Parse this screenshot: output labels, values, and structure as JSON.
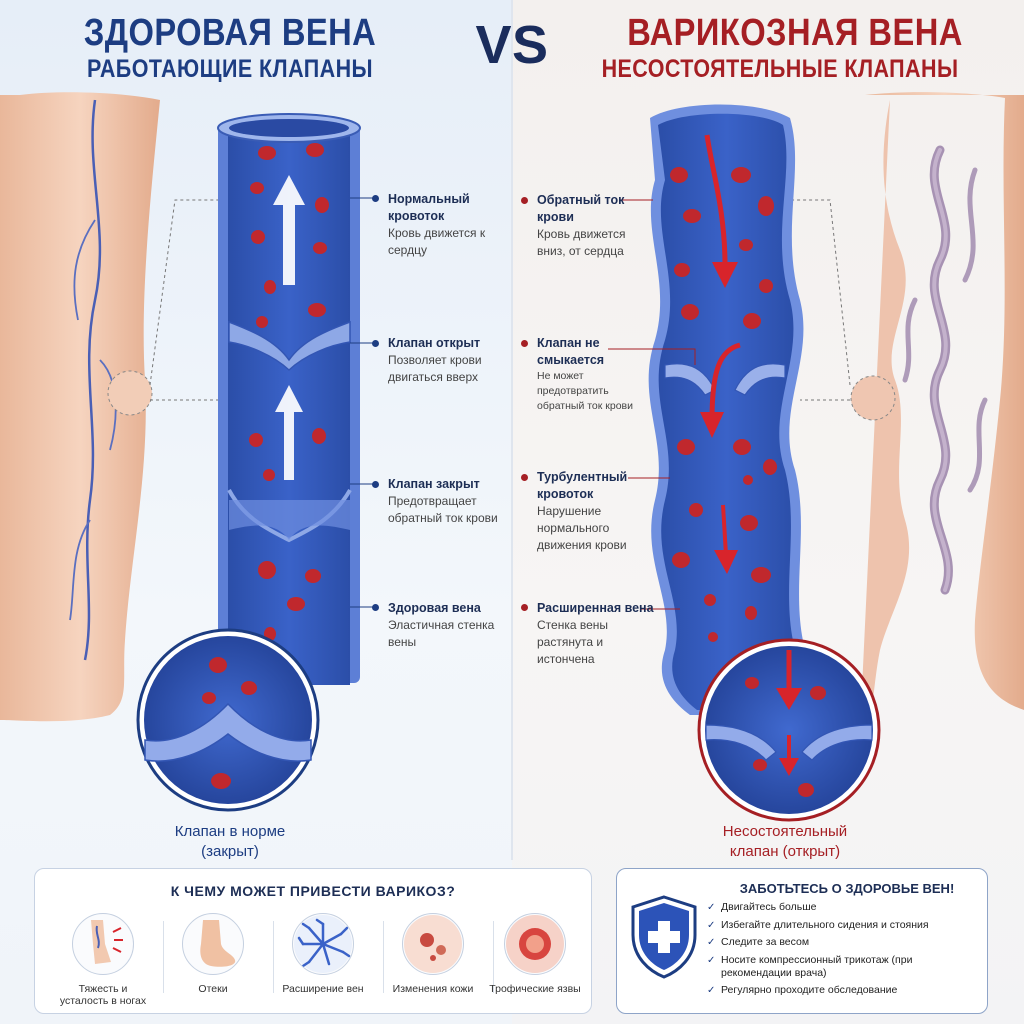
{
  "left": {
    "title": "ЗДОРОВАЯ ВЕНА",
    "subtitle": "РАБОТАЮЩИЕ КЛАПАНЫ",
    "labels": [
      {
        "h": "Нормальный кровоток",
        "d": "Кровь движется к сердцу"
      },
      {
        "h": "Клапан открыт",
        "d": "Позволяет крови двигаться вверх"
      },
      {
        "h": "Клапан закрыт",
        "d": "Предотвращает обратный ток крови"
      },
      {
        "h": "Здоровая вена",
        "d": "Эластичная стенка вены"
      }
    ],
    "caption": "Клапан в норме (закрыт)"
  },
  "vs": "VS",
  "right": {
    "title": "ВАРИКОЗНАЯ ВЕНА",
    "subtitle": "НЕСОСТОЯТЕЛЬНЫЕ КЛАПАНЫ",
    "labels": [
      {
        "h": "Обратный ток крови",
        "d": "Кровь движется вниз, от сердца"
      },
      {
        "h": "Клапан не смыкается",
        "d": "Не может предотвратить обратный ток крови"
      },
      {
        "h": "Турбулентный кровоток",
        "d": "Нарушение нормального движения крови"
      },
      {
        "h": "Расширенная вена",
        "d": "Стенка вены растянута и истончена"
      }
    ],
    "caption": "Несостоятельный клапан (открыт)"
  },
  "complications": {
    "title": "К ЧЕМУ МОЖЕТ  ПРИВЕСТИ ВАРИКОЗ?",
    "items": [
      {
        "label": "Тяжесть и усталость в ногах",
        "icon": "heavy-legs-icon"
      },
      {
        "label": "Отеки",
        "icon": "swollen-foot-icon"
      },
      {
        "label": "Расширение вен",
        "icon": "spider-veins-icon"
      },
      {
        "label": "Изменения кожи",
        "icon": "skin-changes-icon"
      },
      {
        "label": "Трофические язвы",
        "icon": "ulcer-icon"
      }
    ]
  },
  "care": {
    "title": "ЗАБОТЬТЕСЬ О ЗДОРОВЬЕ ВЕН!",
    "tips": [
      "Двигайтесь больше",
      "Избегайте длительного сидения и стояния",
      "Следите за весом",
      "Носите компрессионный трикотаж (при рекомендации врача)",
      "Регулярно проходите обследование"
    ],
    "icon": "shield-cross-icon"
  },
  "colors": {
    "healthy": "#1d3d82",
    "varicose": "#a51f24",
    "vein": "#2f55b5",
    "blood": "#c0282d"
  }
}
